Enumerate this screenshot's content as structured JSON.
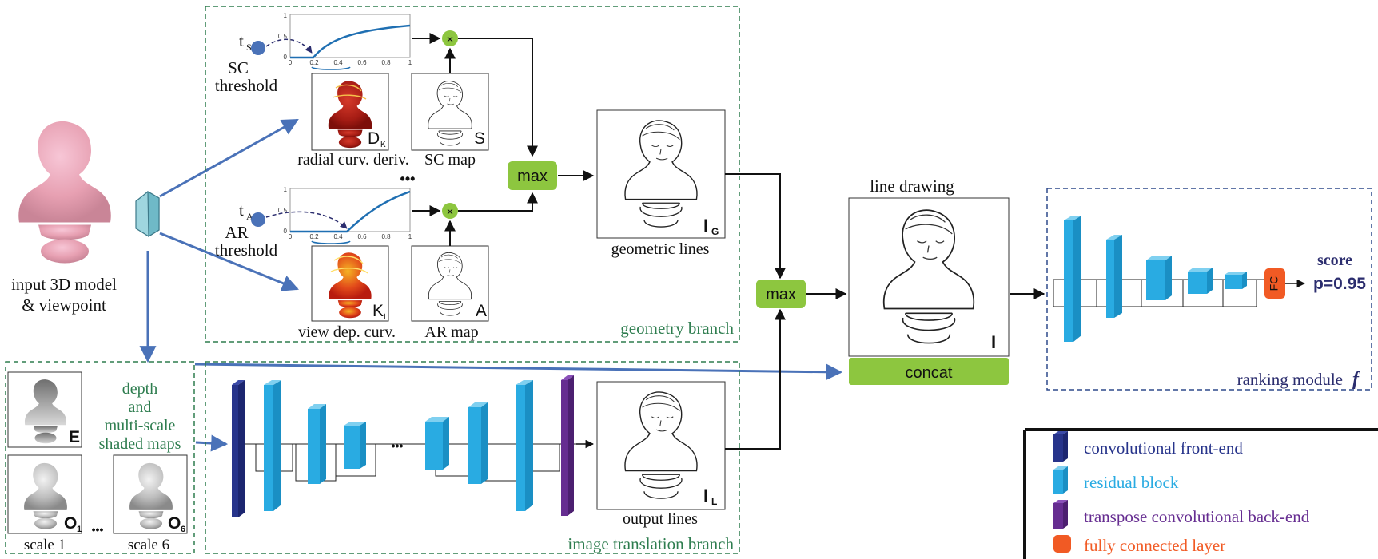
{
  "input": {
    "title_line1": "input 3D model",
    "title_line2": "& viewpoint"
  },
  "sc": {
    "symbol": "t",
    "sub": "S",
    "label_line1": "SC",
    "label_line2": "threshold",
    "ticks": [
      "0",
      "0.2",
      "0.4",
      "0.6",
      "0.8",
      "1"
    ],
    "yticks": [
      "0",
      "0.5",
      "1"
    ]
  },
  "ar": {
    "symbol": "t",
    "sub": "A",
    "label_line1": "AR",
    "label_line2": "threshold",
    "ticks": [
      "0",
      "0.2",
      "0.4",
      "0.6",
      "0.8",
      "1"
    ],
    "yticks": [
      "0",
      "0.5",
      "1"
    ]
  },
  "maps": {
    "radial": {
      "letter": "D",
      "sub": "K",
      "caption": "radial curv. deriv."
    },
    "sc_map": {
      "letter": "S",
      "caption": "SC map"
    },
    "view": {
      "letter": "K",
      "sub": "t",
      "caption": "view dep. curv."
    },
    "ar_map": {
      "letter": "A",
      "caption": "AR map"
    },
    "geom": {
      "letter": "I",
      "sub": "G",
      "caption": "geometric lines"
    },
    "output": {
      "letter": "I",
      "sub": "L",
      "caption": "output lines"
    },
    "line_drawing": {
      "title": "line drawing",
      "letter": "I"
    },
    "depth": {
      "letter": "E"
    },
    "scale1": {
      "letter": "O",
      "sub": "1",
      "caption": "scale 1"
    },
    "scale6": {
      "letter": "O",
      "sub": "6",
      "caption": "scale 6"
    }
  },
  "ops": {
    "max1": "max",
    "max2": "max",
    "concat": "concat",
    "times": "×",
    "fc": "FC",
    "ellipsis": "•••"
  },
  "branches": {
    "geometry": "geometry branch",
    "image_translation": "image translation branch",
    "ranking": "ranking module",
    "ranking_f": "f",
    "depth_line1": "depth",
    "depth_line2": "and",
    "depth_line3": "multi-scale",
    "depth_line4": "shaded maps"
  },
  "score": {
    "label": "score",
    "value": "p=0.95"
  },
  "legend": [
    {
      "label": "convolutional front-end",
      "color": "#27348b"
    },
    {
      "label": "residual block",
      "color": "#29abe2"
    },
    {
      "label": "transpose convolutional back-end",
      "color": "#662d91"
    },
    {
      "label": "fully connected layer",
      "color": "#f15a24"
    }
  ],
  "colors": {
    "green_box": "#8dc63f",
    "dashed_green": "#2e7d4f",
    "dashed_blue": "#2e4a8b",
    "arrow_blue": "#4a72b8",
    "curve_blue": "#1f6fb2",
    "navy_text": "#2b2d6e"
  }
}
